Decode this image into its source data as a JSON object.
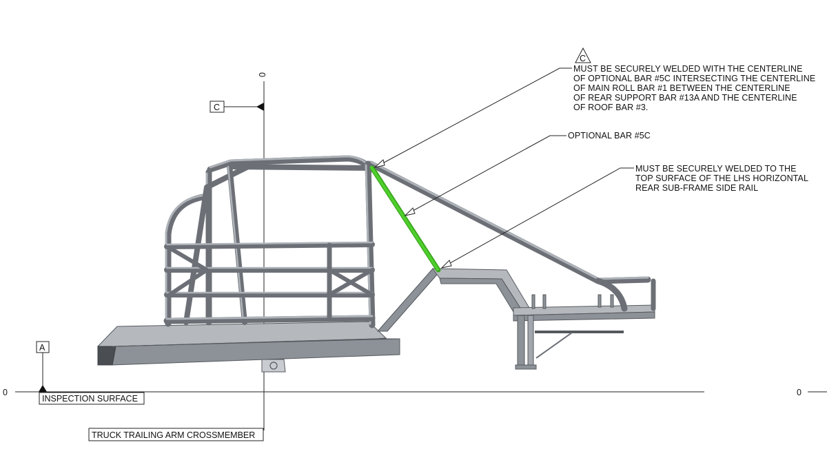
{
  "datums": {
    "A": "A",
    "C": "C",
    "zero_left": "0",
    "zero_right": "0",
    "zero_vertical": "0"
  },
  "labels": {
    "inspection_surface": "INSPECTION SURFACE",
    "truck_crossmember": "TRUCK TRAILING ARM CROSSMEMBER"
  },
  "callouts": {
    "weld_note_marker": "C",
    "weld_centerline_note": [
      "MUST BE SECURELY WELDED WITH THE CENTERLINE",
      "OF OPTIONAL BAR #5C INTERSECTING THE CENTERLINE",
      "OF MAIN ROLL BAR #1 BETWEEN THE CENTERLINE",
      "OF REAR SUPPORT BAR #13A AND THE CENTERLINE",
      "OF ROOF BAR #3."
    ],
    "optional_bar": "OPTIONAL BAR #5C",
    "weld_surface_note": [
      "MUST BE SECURELY WELDED TO THE",
      "TOP SURFACE OF THE LHS HORIZONTAL",
      "REAR SUB-FRAME SIDE RAIL"
    ]
  },
  "colors": {
    "tube_shadow": "#6c7076",
    "tube_highlight": "#aeb3b9",
    "optional_bar": "#4fcf2c",
    "frame": "#8d9298"
  }
}
